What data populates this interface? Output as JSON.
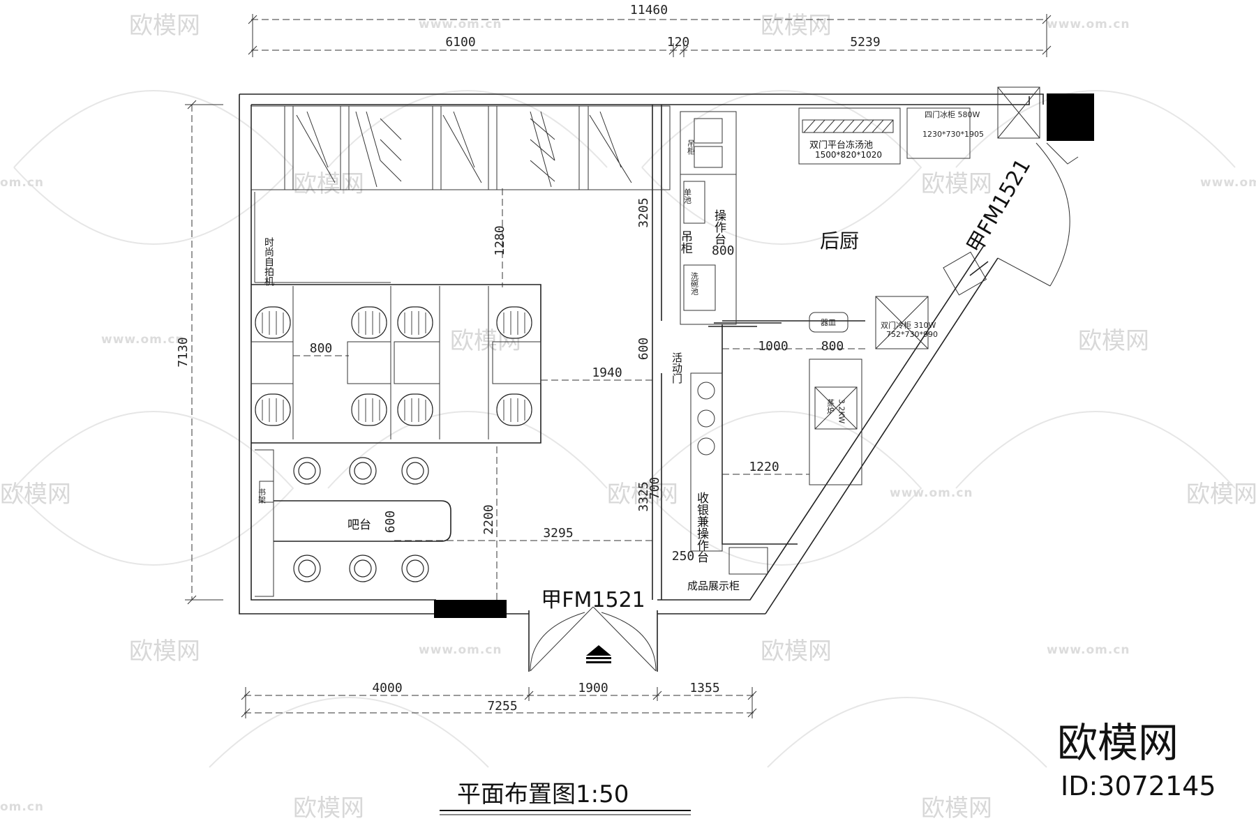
{
  "drawing": {
    "title": "平面布置图1:50",
    "watermark_brand": "欧模网",
    "watermark_url": "www.om.cn",
    "watermark_url_short": "om.cn",
    "watermark_id": "ID:3072145"
  },
  "dimensions": {
    "top_total": "11460",
    "top_left": "6100",
    "top_mid": "120",
    "top_right": "5239",
    "left_total": "7130",
    "bottom_left": "4000",
    "bottom_mid": "1900",
    "bottom_right": "1355",
    "bottom_total": "7255",
    "d1280": "1280",
    "d800_table": "800",
    "d1940": "1940",
    "d600_door": "600",
    "d3205": "3205",
    "d800_cab": "800",
    "d1000": "1000",
    "d800_r": "800",
    "d1220": "1220",
    "d2200": "2200",
    "d3295": "3295",
    "d3325": "3325",
    "d700": "700",
    "d250": "250",
    "d600_bar": "600"
  },
  "labels": {
    "kitchen": "后厨",
    "photo_booth": "时尚自拍机",
    "cabinet_top": "吊柜",
    "cabinet_mid": "吊柜",
    "work_table": "操作台",
    "dish_basin": "洗碗池",
    "single_basin": "单池",
    "sliding_door": "活动门",
    "freezer": "双门平台冻汤池",
    "freezer_size": "1500*820*1020",
    "fridge": "四门冰柜 580W",
    "fridge_size": "1230*730*1905",
    "bar": "吧台",
    "bookshelf": "书架",
    "cashier": "收银兼操作台",
    "display_shelf": "成品展示柜",
    "door_main": "甲FM1521",
    "door_side": "甲FM1521",
    "door_cab": "双门冷柜 310W",
    "door_cab_size": "752*730*990",
    "utensil": "器皿",
    "steamer": "蒸炉",
    "steamer_size": "3.2KW"
  },
  "colors": {
    "line": "#222222",
    "watermark": "#d8d8d8",
    "fill_solid": "#000000"
  }
}
